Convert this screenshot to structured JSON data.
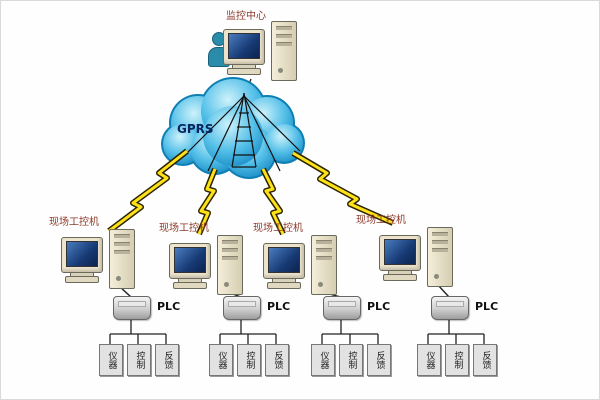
{
  "title": "监控中心",
  "cloud": {
    "label": "GPRS"
  },
  "branches": [
    {
      "label": "现场工控机",
      "plc": "PLC",
      "devices": [
        "仪器",
        "控制",
        "反馈"
      ]
    },
    {
      "label": "现场工控机",
      "plc": "PLC",
      "devices": [
        "仪器",
        "控制",
        "反馈"
      ]
    },
    {
      "label": "现场工控机",
      "plc": "PLC",
      "devices": [
        "仪器",
        "控制",
        "反馈"
      ]
    },
    {
      "label": "现场工控机",
      "plc": "PLC",
      "devices": [
        "仪器",
        "控制",
        "反馈"
      ]
    }
  ],
  "colors": {
    "label_red": "#8b3a2a",
    "cloud_blue": "#1690c8",
    "bolt_yellow": "#ffe11a",
    "screen_blue": "#173a74",
    "case_beige": "#ece4cc"
  }
}
